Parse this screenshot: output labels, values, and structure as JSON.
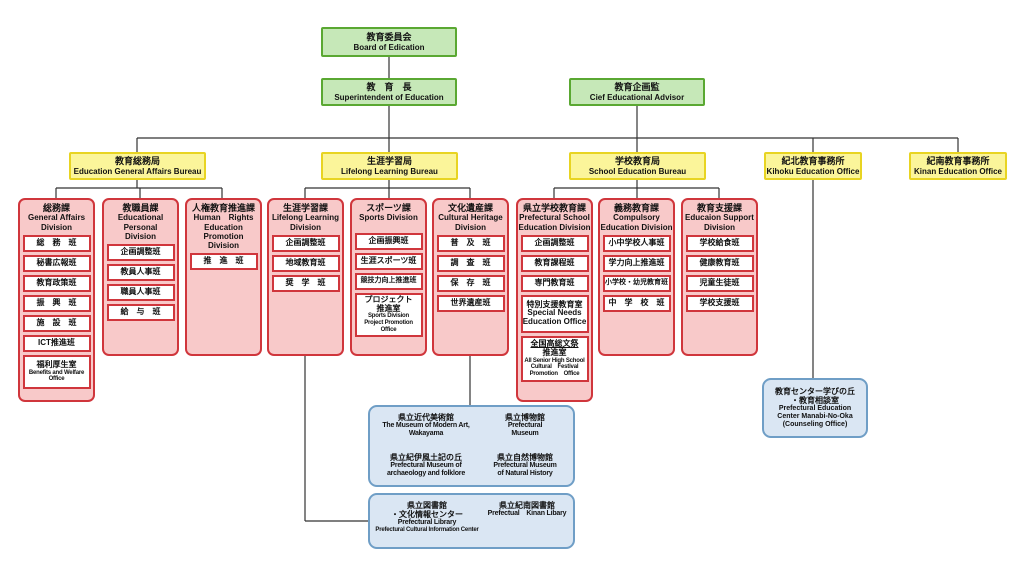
{
  "top": {
    "board": {
      "jp": "教育委員会",
      "en": "Board of Edication"
    },
    "superintendent": {
      "jp": "教　育　長",
      "en": "Superintendent of Education"
    },
    "advisor": {
      "jp": "教育企画監",
      "en": "Cief Educational Advisor"
    }
  },
  "bureaus": {
    "general": {
      "jp": "教育総務局",
      "en": "Education General Affairs Bureau"
    },
    "lifelong": {
      "jp": "生涯学習局",
      "en": "Lifelong Learning Bureau"
    },
    "school": {
      "jp": "学校教育局",
      "en": "School Education Bureau"
    },
    "kihoku": {
      "jp": "紀北教育事務所",
      "en": "Kihoku Education Office"
    },
    "kinan": {
      "jp": "紀南教育事務所",
      "en": "Kinan Education Office"
    }
  },
  "divisions": [
    {
      "jp": "総務課",
      "en1": "General Affairs",
      "en2": "Division",
      "subs": [
        "総　務　班",
        "秘書広報班",
        "教育政策班",
        "振　興　班",
        "施　設　班",
        "ICT推進班"
      ],
      "extra": {
        "jp": "福利厚生室",
        "en1": "Benefits and Welfare",
        "en2": "Office"
      }
    },
    {
      "jp": "教職員課",
      "en1": "Educational Personal",
      "en2": "Division",
      "subs": [
        "企画調整班",
        "教員人事班",
        "職員人事班",
        "給　与　班"
      ]
    },
    {
      "jp": "人権教育推進課",
      "en1": "Human　Rights",
      "en2": "Education",
      "en3": "Promotion Division",
      "subs": [
        "推　進　班"
      ]
    },
    {
      "jp": "生涯学習課",
      "en1": "Lifelong Learning",
      "en2": "Division",
      "subs": [
        "企画調整班",
        "地域教育班",
        "奨　学　班"
      ]
    },
    {
      "jp": "スポーツ課",
      "en1": "Sports Division",
      "subs": [
        "企画振興班",
        "生涯スポーツ班",
        "競技力向上推進班"
      ],
      "extra": {
        "jp1": "プロジェクト",
        "jp2": "推進室",
        "en1": "Sports Division",
        "en2": "Project Promotion Office"
      }
    },
    {
      "jp": "文化遺産課",
      "en1": "Cultural Heritage",
      "en2": "Division",
      "subs": [
        "普　及　班",
        "調　査　班",
        "保　存　班",
        "世界遺産班"
      ]
    },
    {
      "jp": "県立学校教育課",
      "en1": "Prefectural School",
      "en2": "Education Division",
      "subs": [
        "企画調整班",
        "教育課程班",
        "専門教育班"
      ],
      "extra": {
        "jp1": "特別支援教育室",
        "en1": "Special Needs",
        "en2": "Education Office"
      },
      "extra2": {
        "jp1": "全国高総文祭",
        "jp2": "推進室",
        "en1": "All Senior High School",
        "en2": "Cultural　Festival",
        "en3": "Promotion　Office"
      }
    },
    {
      "jp": "義務教育課",
      "en1": "Compulsory",
      "en2": "Education Division",
      "subs": [
        "小中学校人事班",
        "学力向上推進班",
        "小学校・幼児教育班",
        "中　学　校　班"
      ]
    },
    {
      "jp": "教育支援課",
      "en1": "Educaion Support",
      "en2": "Division",
      "subs": [
        "学校給食班",
        "健康教育班",
        "児童生徒班",
        "学校支援班"
      ]
    }
  ],
  "museums": {
    "art": {
      "jp": "県立近代美術館",
      "en1": "The Museum of Modern Art,",
      "en2": "Wakayama"
    },
    "prefmuseum": {
      "jp": "県立博物館",
      "en1": "Prefectural",
      "en2": "Museum"
    },
    "kii": {
      "jp": "県立紀伊風土記の丘",
      "en1": "Prefectural Museum of",
      "en2": "archaeology and folklore"
    },
    "natural": {
      "jp": "県立自然博物館",
      "en1": "Prefectural Museum",
      "en2": "of Natural History"
    }
  },
  "library": {
    "main": {
      "jp1": "県立図書館",
      "jp2": "・文化情報センター",
      "en1": "Prefectural Library",
      "en2": "Prefectural Cultural Information Center"
    },
    "kinan": {
      "jp": "県立紀南図書館",
      "en": "Prefectual　Kinan Libary"
    }
  },
  "center": {
    "jp1": "教育センター学びの丘",
    "jp2": "・教育相談室",
    "en1": "Prefectural Education",
    "en2": "Center Manabi-No-Oka",
    "en3": "(Counseling Office)"
  }
}
